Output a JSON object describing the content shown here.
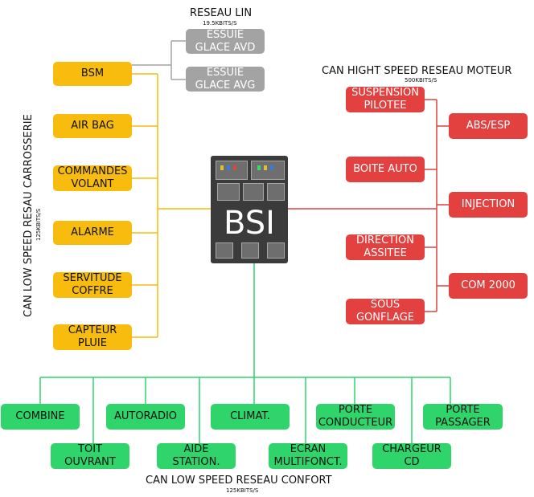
{
  "lin": {
    "title": "RESEAU LIN",
    "speed": "19.5KBITS/S"
  },
  "can_hs": {
    "title": "CAN HIGHT SPEED RESEAU MOTEUR",
    "speed": "500KBITS/S"
  },
  "can_carrosserie": {
    "title": "CAN LOW SPEED RESAU CARROSSERIE",
    "speed": "125KBITS/S"
  },
  "can_confort": {
    "title": "CAN LOW SPEED RESEAU CONFORT",
    "speed": "125KBITS/S"
  },
  "bsi": {
    "label": "BSI"
  },
  "lin_nodes": [
    "ESSUIE\nGLACE AVD",
    "ESSUIE\nGLACE AVG"
  ],
  "carrosserie_nodes": [
    "BSM",
    "AIR BAG",
    "COMMANDES\nVOLANT",
    "ALARME",
    "SERVITUDE\nCOFFRE",
    "CAPTEUR\nPLUIE"
  ],
  "moteur_left_nodes": [
    "SUSPENSION\nPILOTEE",
    "BOITE AUTO",
    "DIRECTION\nASSITEE",
    "SOUS\nGONFLAGE"
  ],
  "moteur_right_nodes": [
    "ABS/ESP",
    "INJECTION",
    "COM 2000"
  ],
  "confort_top_nodes": [
    "COMBINE",
    "AUTORADIO",
    "CLIMAT.",
    "PORTE\nCONDUCTEUR",
    "PORTE\nPASSAGER"
  ],
  "confort_bottom_nodes": [
    "TOIT\nOUVRANT",
    "AIDE\nSTATION.",
    "ECRAN\nMULTIFONCT.",
    "CHARGEUR\nCD"
  ],
  "colors": {
    "carrosserie": "#f7bc0d",
    "moteur": "#e34040",
    "confort": "#2fd46a",
    "lin": "#a3a3a3"
  }
}
